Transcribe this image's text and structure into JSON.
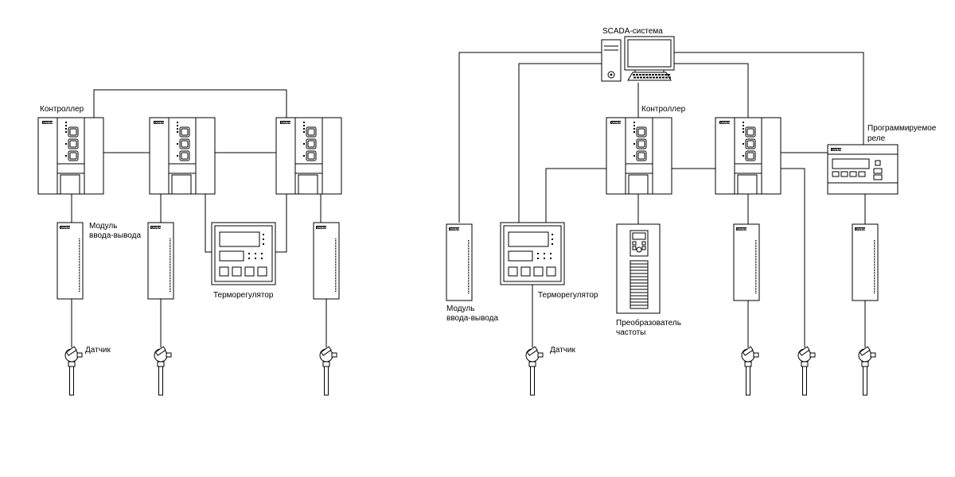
{
  "left_diagram": {
    "controller_label": "Контроллер",
    "io_module_label_line1": "Модуль",
    "io_module_label_line2": "ввода-вывода",
    "thermoregulator_label": "Терморегулятор",
    "sensor_label": "Датчик"
  },
  "right_diagram": {
    "scada_label": "SCADA-система",
    "controller_label": "Контроллер",
    "relay_label_line1": "Программируемое",
    "relay_label_line2": "реле",
    "io_module_label_line1": "Модуль",
    "io_module_label_line2": "ввода-вывода",
    "thermoregulator_label": "Терморегулятор",
    "vfd_label_line1": "Преобразователь",
    "vfd_label_line2": "частоты",
    "sensor_label": "Датчик"
  },
  "brand_mark": "OWEN"
}
